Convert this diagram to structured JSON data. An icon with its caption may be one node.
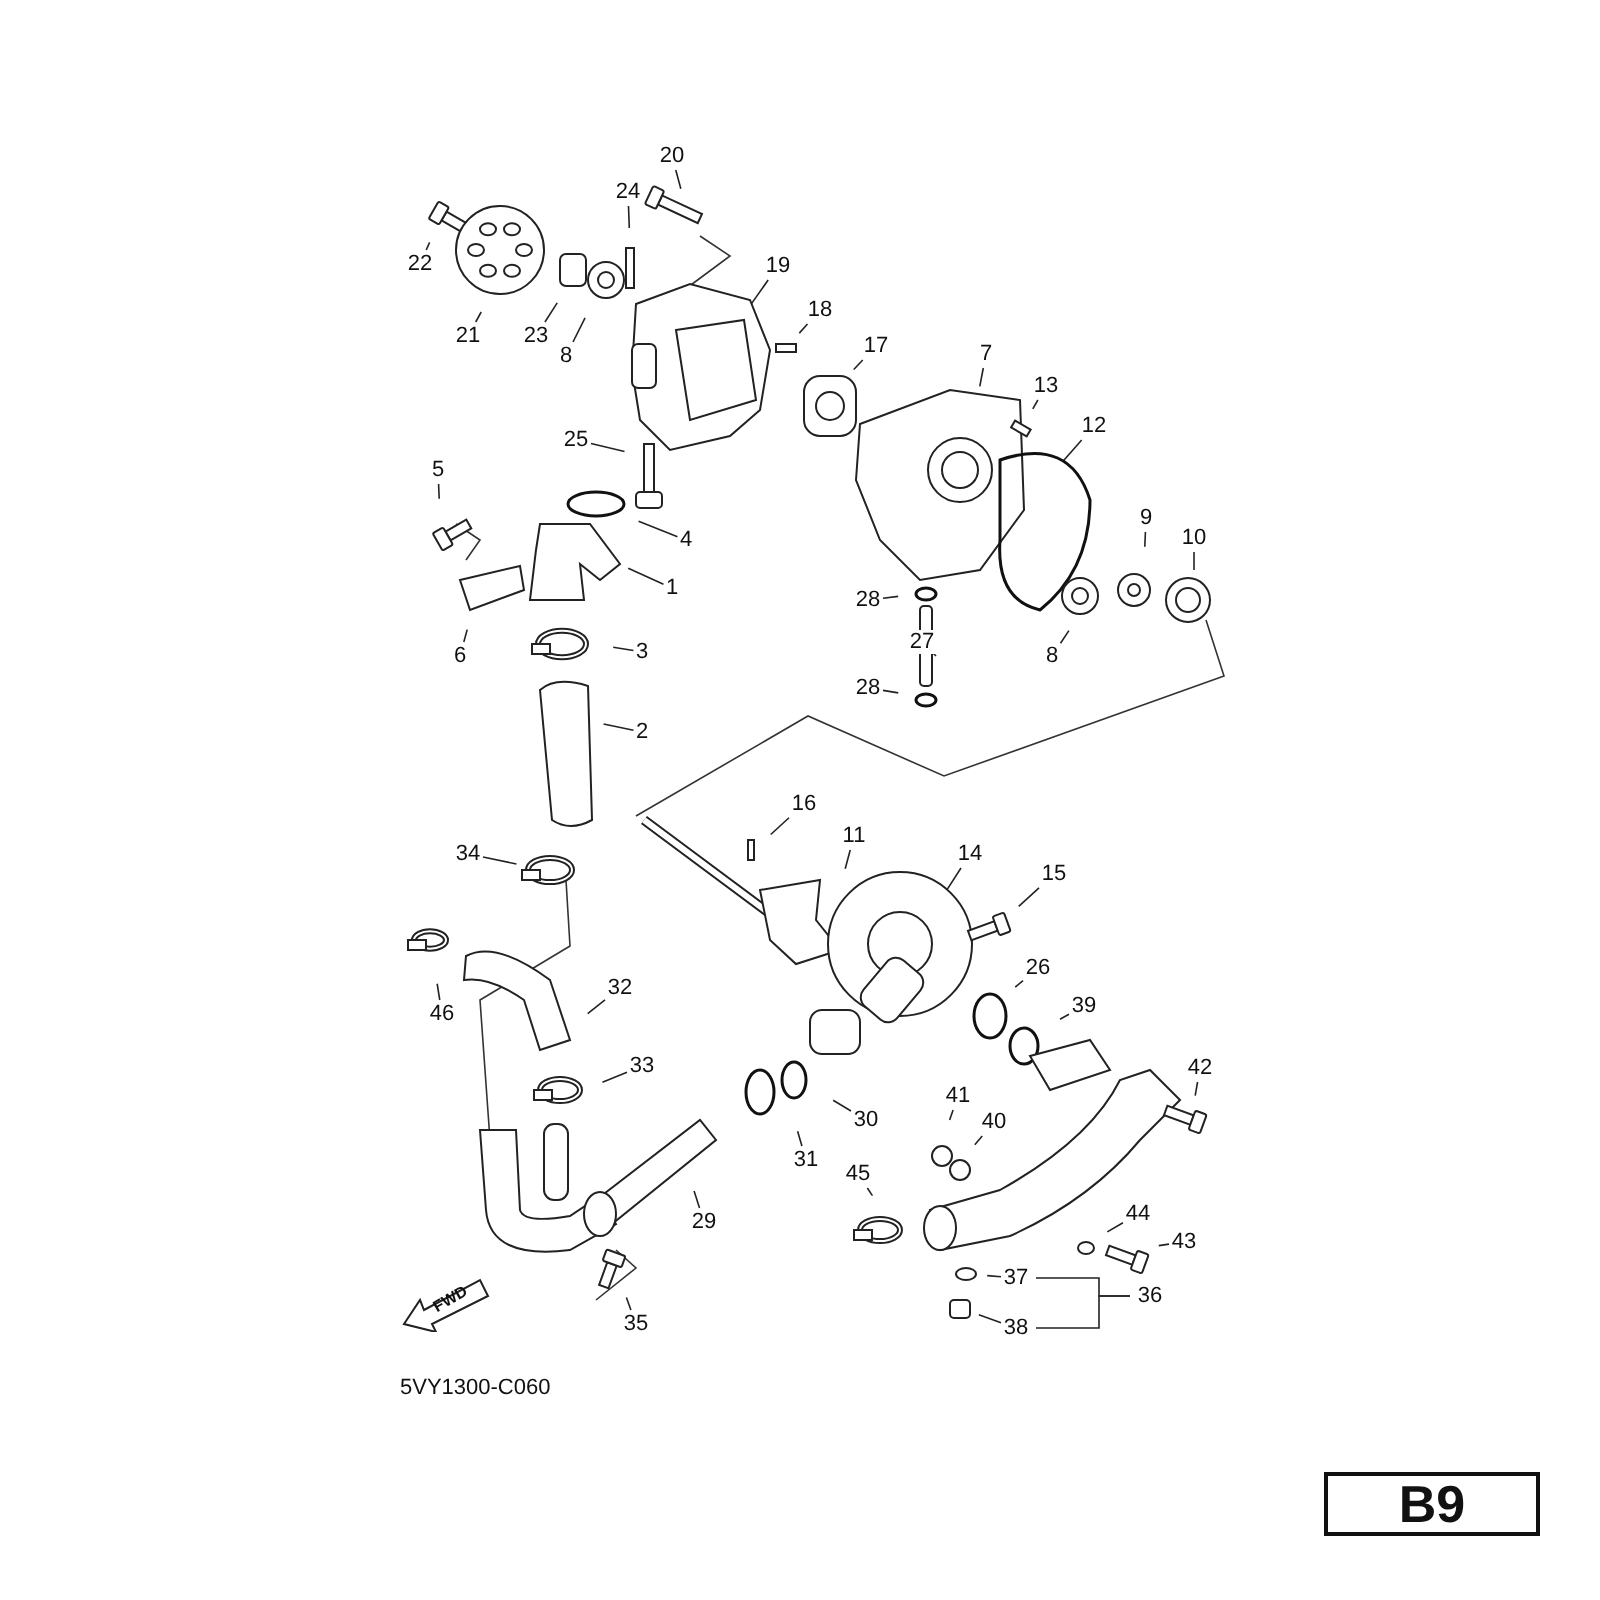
{
  "diagram": {
    "nodes": [
      {
        "text": [
          "1"
        ]
      },
      {
        "text": [
          "2"
        ]
      },
      {
        "text": [
          "3"
        ]
      },
      {
        "text": [
          "4"
        ]
      },
      {
        "text": [
          "5"
        ]
      },
      {
        "text": [
          "6"
        ]
      },
      {
        "text": [
          "7"
        ]
      },
      {
        "text": [
          "8"
        ]
      },
      {
        "text": [
          "8"
        ]
      },
      {
        "text": [
          "9"
        ]
      },
      {
        "text": [
          "10"
        ]
      },
      {
        "text": [
          "11"
        ]
      },
      {
        "text": [
          "12"
        ]
      },
      {
        "text": [
          "13"
        ]
      },
      {
        "text": [
          "14"
        ]
      },
      {
        "text": [
          "15"
        ]
      },
      {
        "text": [
          "16"
        ]
      },
      {
        "text": [
          "17"
        ]
      },
      {
        "text": [
          "18"
        ]
      },
      {
        "text": [
          "19"
        ]
      },
      {
        "text": [
          "20"
        ]
      },
      {
        "text": [
          "21"
        ]
      },
      {
        "text": [
          "22"
        ]
      },
      {
        "text": [
          "23"
        ]
      },
      {
        "text": [
          "24"
        ]
      },
      {
        "text": [
          "25"
        ]
      },
      {
        "text": [
          "26"
        ]
      },
      {
        "text": [
          "27"
        ]
      },
      {
        "text": [
          "28"
        ]
      },
      {
        "text": [
          "28"
        ]
      },
      {
        "text": [
          "29"
        ]
      },
      {
        "text": [
          "30"
        ]
      },
      {
        "text": [
          "31"
        ]
      },
      {
        "text": [
          "32"
        ]
      },
      {
        "text": [
          "33"
        ]
      },
      {
        "text": [
          "34"
        ]
      },
      {
        "text": [
          "35"
        ]
      },
      {
        "text": [
          "36"
        ]
      },
      {
        "text": [
          "37"
        ]
      },
      {
        "text": [
          "38"
        ]
      },
      {
        "text": [
          "39"
        ]
      },
      {
        "text": [
          "40"
        ]
      },
      {
        "text": [
          "41"
        ]
      },
      {
        "text": [
          "42"
        ]
      },
      {
        "text": [
          "43"
        ]
      },
      {
        "text": [
          "44"
        ]
      },
      {
        "text": [
          "45"
        ]
      },
      {
        "text": [
          "46"
        ]
      }
    ],
    "edges": [
      {
        "from": 0,
        "to": null,
        "arrow": "none"
      },
      {
        "from": 1,
        "to": null,
        "arrow": "none"
      },
      {
        "from": 2,
        "to": null,
        "arrow": "none"
      },
      {
        "from": 3,
        "to": null,
        "arrow": "none"
      },
      {
        "from": 4,
        "to": null,
        "arrow": "none"
      },
      {
        "from": 5,
        "to": null,
        "arrow": "none"
      },
      {
        "from": 6,
        "to": null,
        "arrow": "none"
      },
      {
        "from": 7,
        "to": null,
        "arrow": "none"
      },
      {
        "from": 8,
        "to": null,
        "arrow": "none"
      },
      {
        "from": 9,
        "to": null,
        "arrow": "none"
      },
      {
        "from": 10,
        "to": null,
        "arrow": "none"
      },
      {
        "from": 11,
        "to": null,
        "arrow": "none"
      },
      {
        "from": 12,
        "to": null,
        "arrow": "none"
      },
      {
        "from": 13,
        "to": null,
        "arrow": "none"
      },
      {
        "from": 14,
        "to": null,
        "arrow": "none"
      },
      {
        "from": 15,
        "to": null,
        "arrow": "none"
      },
      {
        "from": 16,
        "to": null,
        "arrow": "none"
      },
      {
        "from": 17,
        "to": null,
        "arrow": "none"
      },
      {
        "from": 18,
        "to": null,
        "arrow": "none"
      },
      {
        "from": 19,
        "to": null,
        "arrow": "none"
      },
      {
        "from": 20,
        "to": null,
        "arrow": "none"
      },
      {
        "from": 21,
        "to": null,
        "arrow": "none"
      },
      {
        "from": 22,
        "to": null,
        "arrow": "none"
      },
      {
        "from": 23,
        "to": null,
        "arrow": "none"
      },
      {
        "from": 24,
        "to": null,
        "arrow": "none"
      },
      {
        "from": 25,
        "to": null,
        "arrow": "none"
      },
      {
        "from": 26,
        "to": null,
        "arrow": "none"
      },
      {
        "from": 27,
        "to": null,
        "arrow": "none"
      },
      {
        "from": 28,
        "to": null,
        "arrow": "none"
      },
      {
        "from": 29,
        "to": null,
        "arrow": "none"
      },
      {
        "from": 30,
        "to": null,
        "arrow": "none"
      },
      {
        "from": 31,
        "to": null,
        "arrow": "none"
      },
      {
        "from": 32,
        "to": null,
        "arrow": "none"
      },
      {
        "from": 33,
        "to": null,
        "arrow": "none"
      },
      {
        "from": 34,
        "to": null,
        "arrow": "none"
      },
      {
        "from": 35,
        "to": null,
        "arrow": "none"
      },
      {
        "from": 36,
        "to": null,
        "arrow": "none"
      },
      {
        "from": 38,
        "to": null,
        "arrow": "none"
      },
      {
        "from": 39,
        "to": null,
        "arrow": "none"
      },
      {
        "from": 40,
        "to": null,
        "arrow": "none"
      },
      {
        "from": 41,
        "to": null,
        "arrow": "none"
      },
      {
        "from": 42,
        "to": null,
        "arrow": "none"
      },
      {
        "from": 43,
        "to": null,
        "arrow": "none"
      },
      {
        "from": 44,
        "to": null,
        "arrow": "none"
      },
      {
        "from": 45,
        "to": null,
        "arrow": "none"
      },
      {
        "from": 46,
        "to": null,
        "arrow": "none"
      },
      {
        "from": 47,
        "to": null,
        "arrow": "none"
      },
      {
        "from": 38,
        "to": 37,
        "arrow": "none"
      },
      {
        "from": 39,
        "to": 37,
        "arrow": "none"
      }
    ],
    "labels": [
      "FWD",
      "5VY1300-C060",
      "B9"
    ]
  }
}
